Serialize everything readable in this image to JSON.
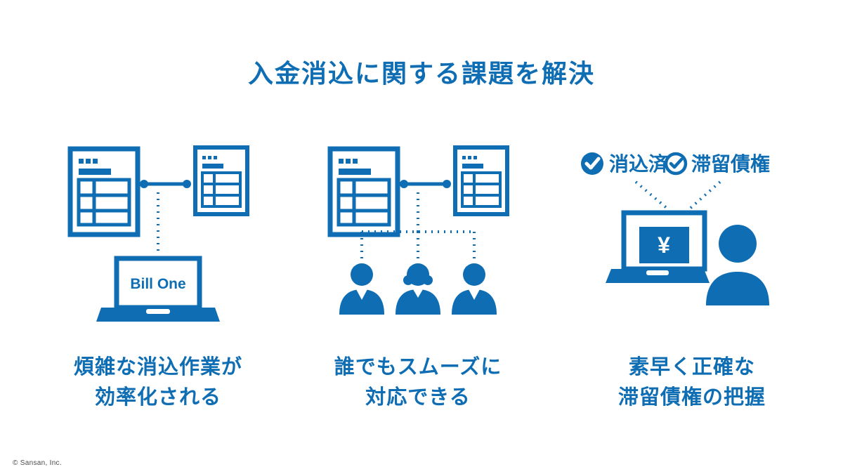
{
  "slide": {
    "title": "入金消込に関する課題を解決",
    "copyright": "© Sansan, Inc."
  },
  "colors": {
    "accent": "#0f6eb3"
  },
  "columns": {
    "first": {
      "laptop_label": "Bill One",
      "caption_line1": "煩雑な消込作業が",
      "caption_line2": "効率化される"
    },
    "second": {
      "caption_line1": "誰でもスムーズに",
      "caption_line2": "対応できる"
    },
    "third": {
      "badge_done": "消込済",
      "badge_outstanding": "滞留債権",
      "screen_symbol": "¥",
      "caption_line1": "素早く正確な",
      "caption_line2": "滞留債権の把握"
    }
  }
}
